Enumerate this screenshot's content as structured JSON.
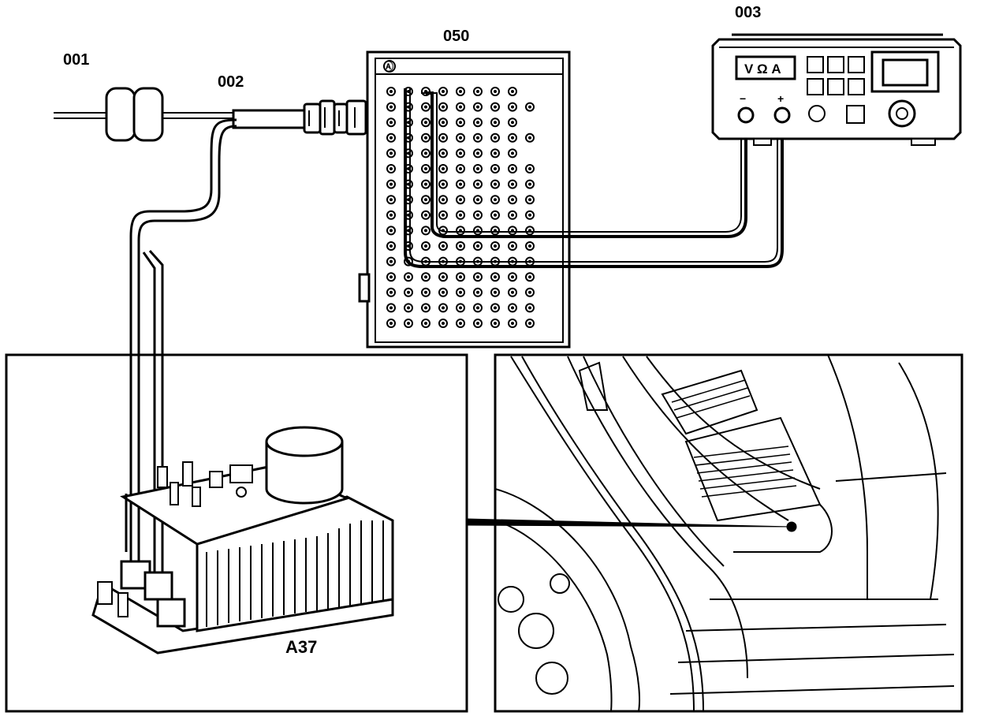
{
  "labels": {
    "sensor_001": "001",
    "cable_002": "002",
    "breakout_box_050": "050",
    "multimeter_003": "003",
    "control_unit_a37": "A37"
  },
  "multimeter": {
    "mode_display": "V Ω A",
    "minus_symbol": "−",
    "plus_symbol": "+"
  },
  "breakout_box": {
    "header_symbol": "Ⓐ",
    "pin_rows": 16
  },
  "colors": {
    "line": "#000000",
    "background": "#ffffff"
  }
}
